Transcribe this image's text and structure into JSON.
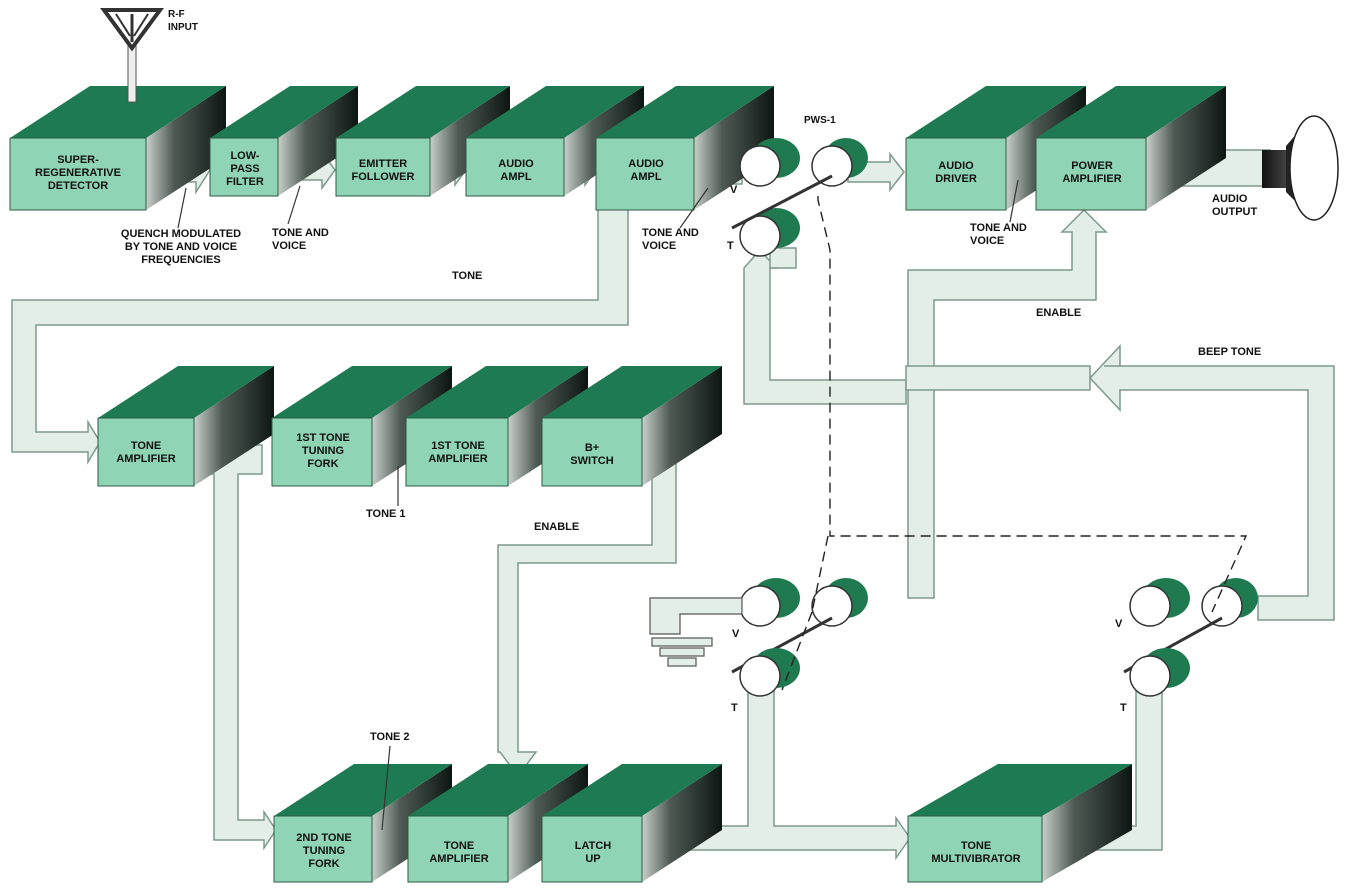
{
  "colors": {
    "block_front": "#8fd4b4",
    "block_top": "#1e7a52",
    "block_side": "#0f3d2a",
    "pipe_fill": "#e2eee7",
    "pipe_edge": "#7d9a8c",
    "switch_green": "#1f7a50",
    "dashed": "#222222"
  },
  "blocks": {
    "super_regenerative_detector": "SUPER-\nREGENERATIVE\nDETECTOR",
    "low_pass_filter": "LOW-\nPASS\nFILTER",
    "emitter_follower": "EMITTER\nFOLLOWER",
    "audio_ampl_1": "AUDIO\nAMPL",
    "audio_ampl_2": "AUDIO\nAMPL",
    "audio_driver": "AUDIO\nDRIVER",
    "power_amplifier": "POWER\nAMPLIFIER",
    "tone_amplifier_1": "TONE\nAMPLIFIER",
    "first_tone_tuning_fork": "1ST TONE\nTUNING\nFORK",
    "first_tone_amplifier": "1ST TONE\nAMPLIFIER",
    "b_plus_switch": "B+\nSWITCH",
    "second_tone_tuning_fork": "2ND TONE\nTUNING\nFORK",
    "tone_amplifier_2": "TONE\nAMPLIFIER",
    "latch_up": "LATCH\nUP",
    "tone_multivibrator": "TONE\nMULTIVIBRATOR"
  },
  "labels": {
    "rf_input": "R-F\nINPUT",
    "quench": "QUENCH MODULATED\nBY TONE AND VOICE\nFREQUENCIES",
    "tone_voice_1": "TONE AND\nVOICE",
    "tone_voice_2": "TONE AND\nVOICE",
    "tone_voice_3": "TONE AND\nVOICE",
    "pws_1": "PWS-1",
    "audio_output": "AUDIO\nOUTPUT",
    "tone": "TONE",
    "enable_right": "ENABLE",
    "beep_tone": "BEEP TONE",
    "tone_1": "TONE 1",
    "enable_mid": "ENABLE",
    "tone_2": "TONE 2",
    "v_top": "V",
    "t_top": "T",
    "v_mid_left": "V",
    "t_mid_left": "T",
    "v_right": "V",
    "t_right": "T"
  }
}
